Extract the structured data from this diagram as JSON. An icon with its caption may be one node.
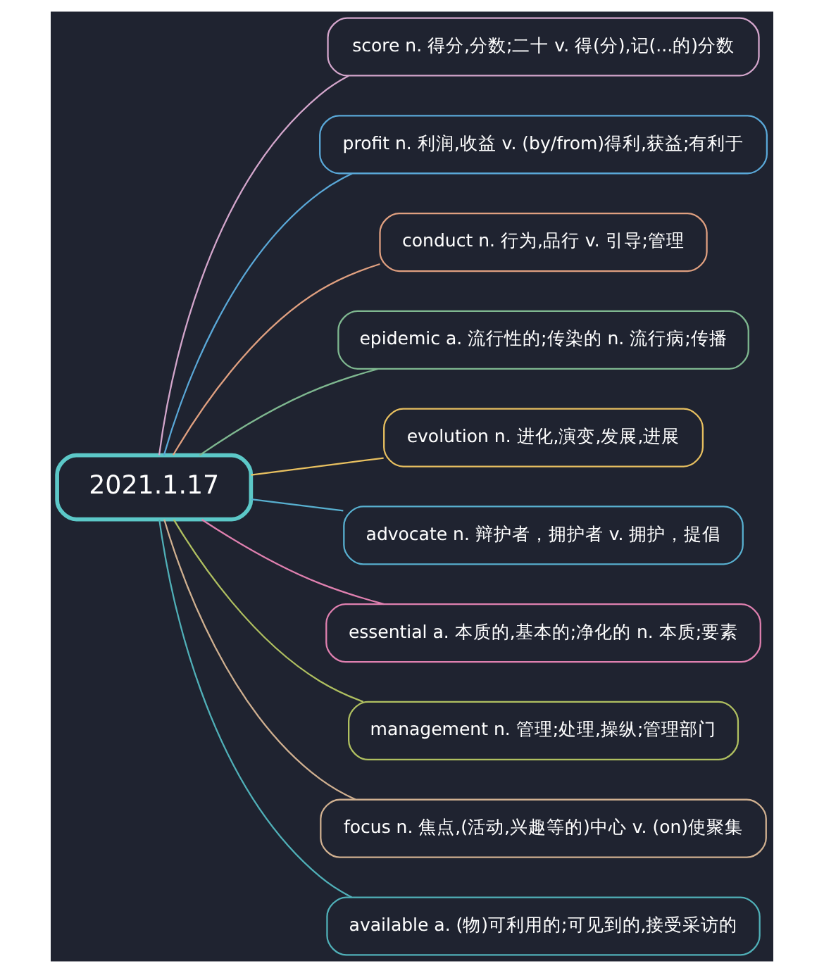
{
  "diagram": {
    "nodes": [
      {
        "text": [
          "2021.1.17"
        ]
      },
      {
        "text": [
          "score n. 得分,分数;二十 v. 得(分),记(...的)分数"
        ]
      },
      {
        "text": [
          "profit n. 利润,收益 v. (by/from)得利,获益;有利于"
        ]
      },
      {
        "text": [
          "conduct n. 行为,品行 v. 引导;管理"
        ]
      },
      {
        "text": [
          "epidemic a. 流行性的;传染的 n. 流行病;传播"
        ]
      },
      {
        "text": [
          "evolution n. 进化,演变,发展,进展"
        ]
      },
      {
        "text": [
          "advocate n. 辩护者，拥护者 v. 拥护，提倡"
        ]
      },
      {
        "text": [
          "essential a. 本质的,基本的;净化的 n. 本质;要素"
        ]
      },
      {
        "text": [
          "management n. 管理;处理,操纵;管理部门"
        ]
      },
      {
        "text": [
          "focus n. 焦点,(活动,兴趣等的)中心 v. (on)使聚集"
        ]
      },
      {
        "text": [
          "available a. (物)可利用的;可见到的,接受采访的"
        ]
      }
    ],
    "edges": [
      {
        "from": 0,
        "to": 1,
        "arrow": "none",
        "color": "#d4a6cc"
      },
      {
        "from": 0,
        "to": 2,
        "arrow": "none",
        "color": "#5aa8d8"
      },
      {
        "from": 0,
        "to": 3,
        "arrow": "none",
        "color": "#e0a080"
      },
      {
        "from": 0,
        "to": 4,
        "arrow": "none",
        "color": "#7fb890"
      },
      {
        "from": 0,
        "to": 5,
        "arrow": "none",
        "color": "#e8c060"
      },
      {
        "from": 0,
        "to": 6,
        "arrow": "none",
        "color": "#58b0d0"
      },
      {
        "from": 0,
        "to": 7,
        "arrow": "none",
        "color": "#e080b0"
      },
      {
        "from": 0,
        "to": 8,
        "arrow": "none",
        "color": "#b0c060"
      },
      {
        "from": 0,
        "to": 9,
        "arrow": "none",
        "color": "#d0b090"
      },
      {
        "from": 0,
        "to": 10,
        "arrow": "none",
        "color": "#50b0b8"
      }
    ]
  }
}
